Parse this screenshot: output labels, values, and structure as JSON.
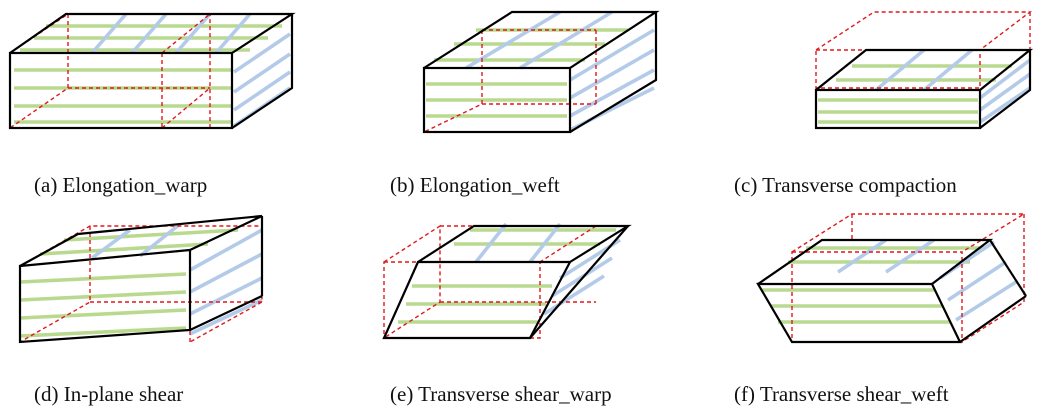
{
  "figure": {
    "panels": [
      {
        "id": "a",
        "caption": "(a) Elongation_warp",
        "deformation": "elongation along warp direction"
      },
      {
        "id": "b",
        "caption": "(b) Elongation_weft",
        "deformation": "elongation along weft direction"
      },
      {
        "id": "c",
        "caption": "(c) Transverse compaction",
        "deformation": "compaction in thickness direction"
      },
      {
        "id": "d",
        "caption": "(d) In-plane shear",
        "deformation": "in-plane shear"
      },
      {
        "id": "e",
        "caption": "(e) Transverse shear_warp",
        "deformation": "transverse shear along warp"
      },
      {
        "id": "f",
        "caption": "(f) Transverse shear_weft",
        "deformation": "transverse shear along weft"
      }
    ],
    "colors": {
      "warp_yarns": "#b9d98f",
      "weft_yarns": "#b3cbe9",
      "deformed_outline": "#000000",
      "reference_outline": "#e0191d"
    }
  }
}
